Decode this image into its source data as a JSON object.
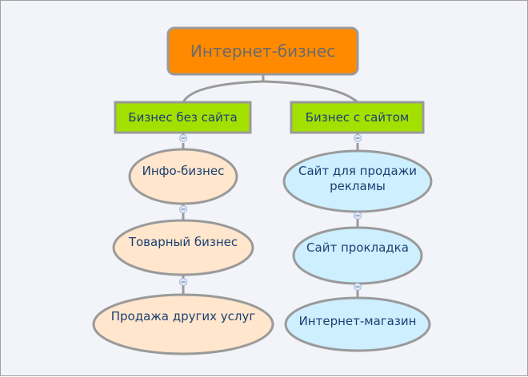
{
  "colors": {
    "root_fill": "#ff8a00",
    "branch_fill": "#a3e000",
    "left_leaf_fill": "#ffe6cc",
    "right_leaf_fill": "#cdefff",
    "border": "#9a9a9a",
    "text": "#1d3f73"
  },
  "root": {
    "label": "Интернет-бизнес"
  },
  "branches": [
    {
      "label": "Бизнес без сайта",
      "children": [
        "Инфо-бизнес",
        "Товарный бизнес",
        "Продажа других услуг"
      ]
    },
    {
      "label": "Бизнес с сайтом",
      "children": [
        "Сайт для продажи рекламы",
        "Сайт прокладка",
        "Интернет-магазин"
      ]
    }
  ]
}
